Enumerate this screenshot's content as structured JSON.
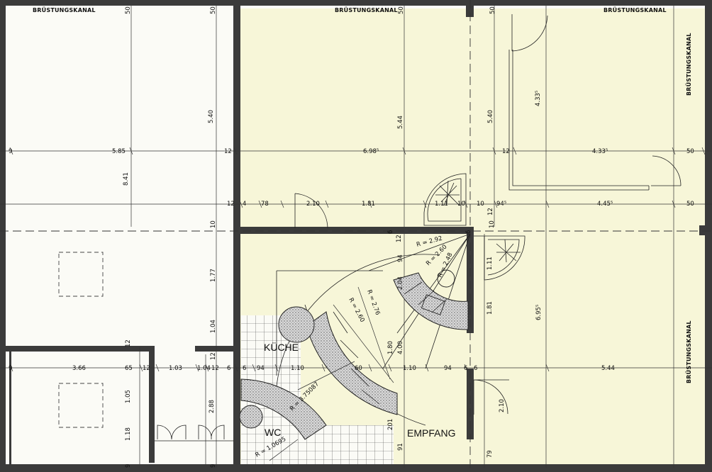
{
  "header_labels": [
    "BRÜSTUNGSKANAL",
    "BRÜSTUNGSKANAL",
    "BRÜSTUNGSKANAL"
  ],
  "side_labels": [
    "BRÜSTUNGSKANAL",
    "BRÜSTUNGSKANAL"
  ],
  "rooms": [
    "KÜCHE",
    "WC",
    "EMPFANG"
  ],
  "radius_labels": [
    "R = 2.92",
    "R = 2.60",
    "R = 2.48",
    "R = 2.76",
    "R = 2.60",
    "R = 3.75087",
    "R = 1.0695"
  ],
  "dim_top": [
    "50",
    "50",
    "50",
    "50"
  ],
  "dim_row1": [
    "9",
    "5.85",
    "12",
    "6.98⁵",
    "12",
    "4.33⁵",
    "50"
  ],
  "dim_row2": [
    "12",
    "4",
    "78",
    "2.10",
    "1.81",
    "1.11",
    "10",
    "10",
    "94⁵",
    "4.45⁵",
    "50"
  ],
  "dim_row3": [
    "9",
    "3.66",
    "65",
    "12",
    "1.03",
    "12",
    "1.04",
    "6",
    "6",
    "94",
    "1.10",
    "60",
    "1.10",
    "94",
    "6",
    "6",
    "5.44"
  ],
  "dim_vertical": [
    "5.40",
    "5.44",
    "5.40",
    "4.33⁵",
    "8.41",
    "1.77",
    "1.04",
    "10",
    "10",
    "6",
    "6",
    "12",
    "12",
    "12",
    "94",
    "2.04",
    "1.80",
    "4.00",
    "1.11",
    "1.81",
    "6.95⁵",
    "1.05",
    "1.18",
    "2.88",
    "201",
    "91",
    "79",
    "2.10",
    "12",
    "9",
    "9"
  ]
}
